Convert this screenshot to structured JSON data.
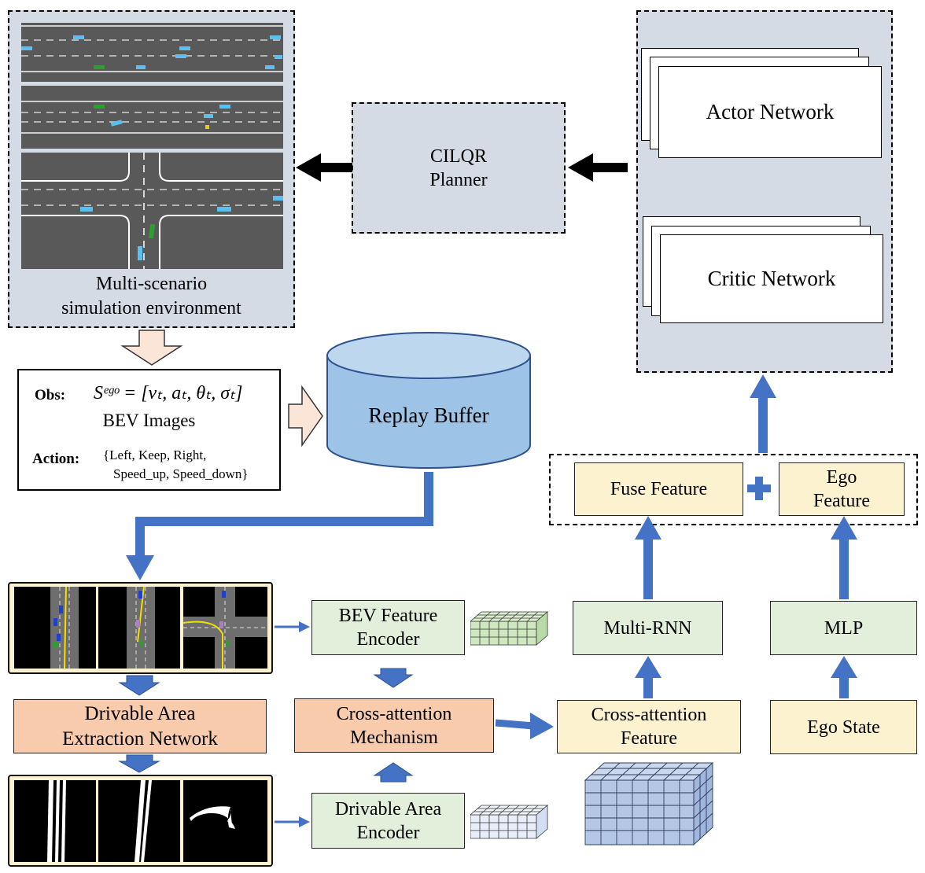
{
  "sim_env": {
    "label_line1": "Multi-scenario",
    "label_line2": "simulation environment"
  },
  "planner": {
    "line1": "CILQR",
    "line2": "Planner"
  },
  "actor": {
    "label": "Actor Network"
  },
  "critic": {
    "label": "Critic Network"
  },
  "obs_box": {
    "obs_label": "Obs:",
    "obs_formula": "Sᵉᵍᵒ = [vₜ, aₜ, θₜ, σₜ]",
    "bev_images": "BEV Images",
    "action_label": "Action:",
    "action_line1": "{Left, Keep, Right,",
    "action_line2": "Speed_up, Speed_down}"
  },
  "replay_buffer": {
    "label": "Replay Buffer"
  },
  "fuse_feature": {
    "label": "Fuse Feature"
  },
  "ego_feature": {
    "line1": "Ego",
    "line2": "Feature"
  },
  "bev_encoder": {
    "line1": "BEV Feature",
    "line2": "Encoder"
  },
  "multi_rnn": {
    "label": "Multi-RNN"
  },
  "mlp": {
    "label": "MLP"
  },
  "drivable_extraction": {
    "line1": "Drivable Area",
    "line2": "Extraction Network"
  },
  "cross_attention_mech": {
    "line1": "Cross-attention",
    "line2": "Mechanism"
  },
  "cross_attention_feat": {
    "line1": "Cross-attention",
    "line2": "Feature"
  },
  "ego_state": {
    "label": "Ego State"
  },
  "drivable_encoder": {
    "line1": "Drivable Area",
    "line2": "Encoder"
  },
  "colors": {
    "arrow_blue": "#4472c4",
    "container_gray": "#d5dbe5",
    "node_green": "#e2efda",
    "node_cream": "#fdf2cf",
    "node_salmon": "#f8cbad",
    "cylinder_blue": "#9dc3e6",
    "car_blue": "#5bc0f0",
    "ego_green": "#2e9e2e"
  }
}
